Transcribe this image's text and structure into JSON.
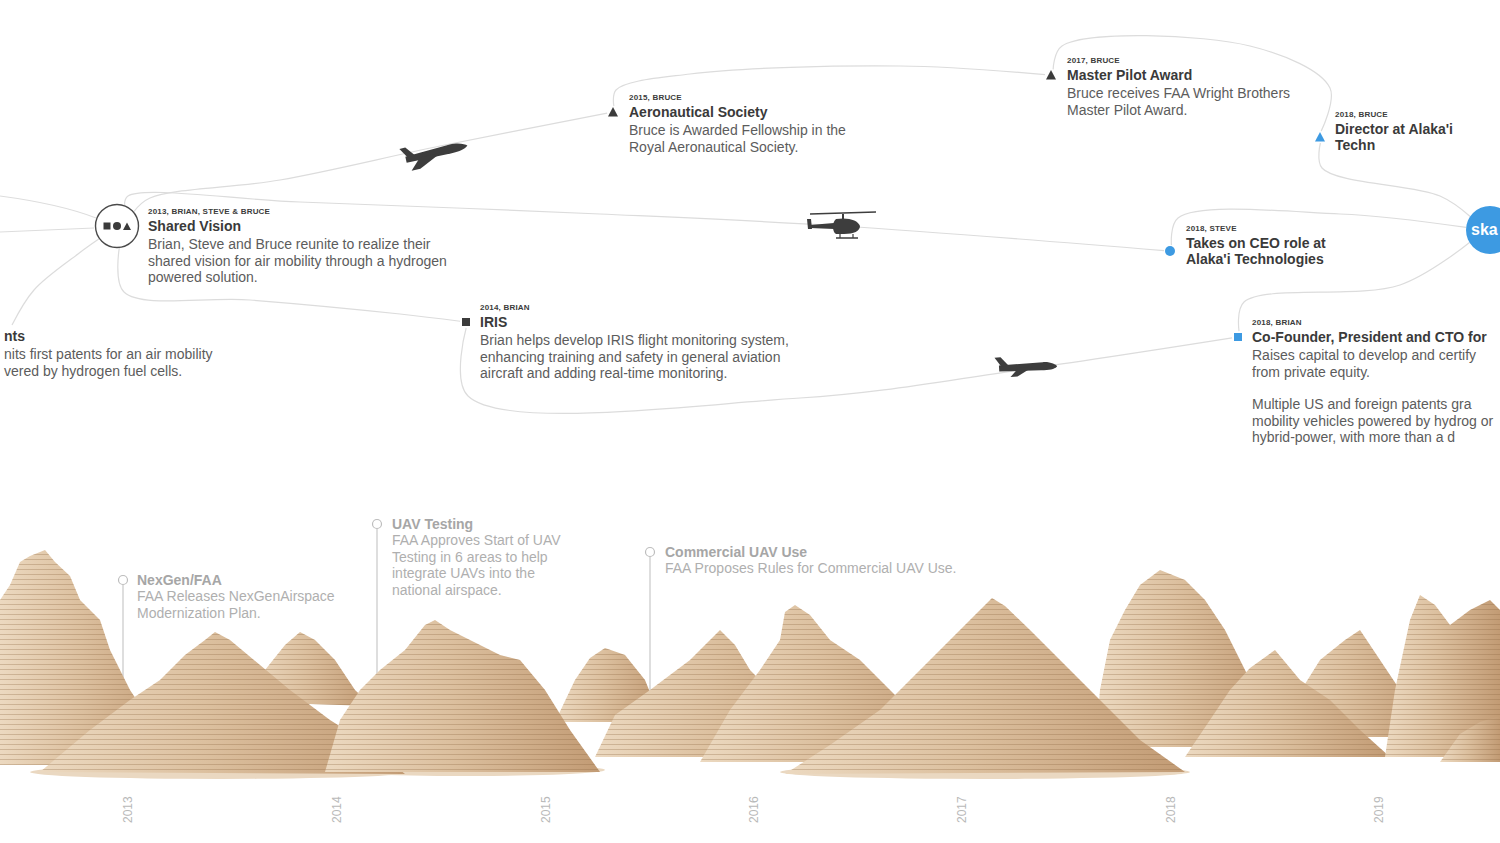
{
  "diagram": {
    "nodes": [
      {
        "text": [
          "nts",
          "nits first patents for an air mobility vered by hydrogen fuel cells."
        ]
      },
      {
        "text": [
          "2013, BRIAN, STEVE & BRUCE",
          "Shared Vision",
          "Brian, Steve and Bruce reunite to realize their shared vision for air mobility through a hydrogen powered solution."
        ]
      },
      {
        "text": [
          "2015, BRUCE",
          "Aeronautical Society",
          "Bruce is Awarded Fellowship in the Royal Aeronautical Society."
        ]
      },
      {
        "text": [
          "2014, BRIAN",
          "IRIS",
          "Brian helps develop IRIS flight monitoring system, enhancing training and safety in general aviation aircraft and adding real-time monitoring."
        ]
      },
      {
        "text": [
          "2017, BRUCE",
          "Master Pilot Award",
          "Bruce receives FAA Wright Brothers Master Pilot Award."
        ]
      },
      {
        "text": [
          "2018, BRUCE",
          "Director at Alaka'i Techn"
        ]
      },
      {
        "text": [
          "2018, STEVE",
          "Takes on CEO role at Alaka'i Technologies"
        ]
      },
      {
        "text": [
          "2018, BRIAN",
          "Co-Founder, President and CTO for",
          "Raises capital to develop and certify from private equity.",
          "Multiple US and foreign patents gra mobility vehicles powered by hydrog or hybrid-power, with more than a d"
        ]
      },
      {
        "text": [
          "ska"
        ]
      }
    ],
    "edges": [
      {
        "from": 0,
        "to": 1,
        "arrow": "none"
      },
      {
        "from": 1,
        "to": 2,
        "arrow": "none"
      },
      {
        "from": 2,
        "to": 4,
        "arrow": "none"
      },
      {
        "from": 4,
        "to": 5,
        "arrow": "none"
      },
      {
        "from": 5,
        "to": 8,
        "arrow": "none"
      },
      {
        "from": 1,
        "to": 6,
        "arrow": "none"
      },
      {
        "from": 6,
        "to": 8,
        "arrow": "none"
      },
      {
        "from": 1,
        "to": 3,
        "arrow": "none"
      },
      {
        "from": 3,
        "to": 7,
        "arrow": "none"
      },
      {
        "from": 7,
        "to": 8,
        "arrow": "none"
      }
    ],
    "labels": [
      "NexGen/FAA",
      "FAA Releases NexGenAirspace Modernization Plan.",
      "UAV Testing",
      "FAA Approves Start of UAV Testing in 6 areas to help integrate UAVs into the national airspace.",
      "Commercial UAV Use",
      "FAA Proposes Rules for Commercial UAV Use.",
      "2013",
      "2014",
      "2015",
      "2016",
      "2017",
      "2018",
      "2019"
    ]
  }
}
